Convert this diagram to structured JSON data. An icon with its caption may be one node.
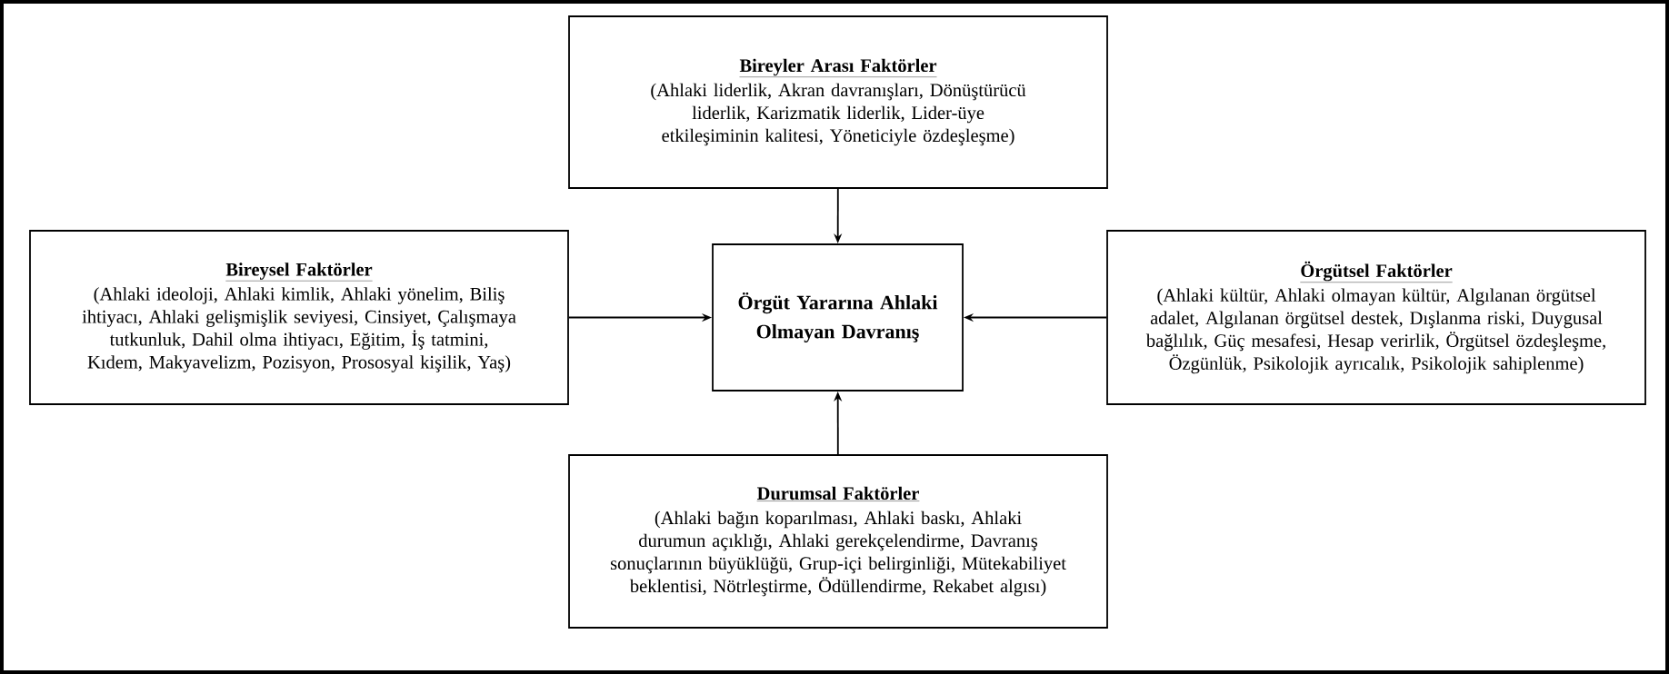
{
  "diagram": {
    "nodes": [
      {
        "text": [
          "Bireyler Arası Faktörler",
          "(Ahlaki liderlik, Akran davranışları, Dönüştürücü liderlik, Karizmatik liderlik, Lider-üye etkileşiminin kalitesi, Yöneticiyle özdeşleşme)"
        ]
      },
      {
        "text": [
          "Bireysel Faktörler",
          "(Ahlaki ideoloji, Ahlaki kimlik, Ahlaki yönelim, Biliş ihtiyacı, Ahlaki gelişmişlik seviyesi, Cinsiyet, Çalışmaya tutkunluk, Dahil olma ihtiyacı, Eğitim, İş tatmini, Kıdem, Makyavelizm, Pozisyon, Prososyal kişilik, Yaş)"
        ]
      },
      {
        "text": [
          "Örgüt Yararına Ahlaki Olmayan Davranış"
        ]
      },
      {
        "text": [
          "Örgütsel Faktörler",
          "(Ahlaki kültür, Ahlaki olmayan kültür, Algılanan örgütsel adalet, Algılanan örgütsel destek, Dışlanma riski, Duygusal bağlılık, Güç mesafesi, Hesap verirlik, Örgütsel özdeşleşme, Özgünlük, Psikolojik ayrıcalık, Psikolojik sahiplenme)"
        ]
      },
      {
        "text": [
          "Durumsal Faktörler",
          "(Ahlaki bağın koparılması, Ahlaki baskı, Ahlaki durumun açıklığı, Ahlaki gerekçelendirme, Davranış sonuçlarının büyüklüğü, Grup-içi belirginliği, Mütekabiliyet beklentisi, Nötrleştirme, Ödüllendirme, Rekabet algısı)"
        ]
      }
    ],
    "edges": [
      {
        "from": 0,
        "to": 2,
        "arrow": "to"
      },
      {
        "from": 1,
        "to": 2,
        "arrow": "to"
      },
      {
        "from": 3,
        "to": 2,
        "arrow": "to"
      },
      {
        "from": 4,
        "to": 2,
        "arrow": "to"
      }
    ]
  }
}
